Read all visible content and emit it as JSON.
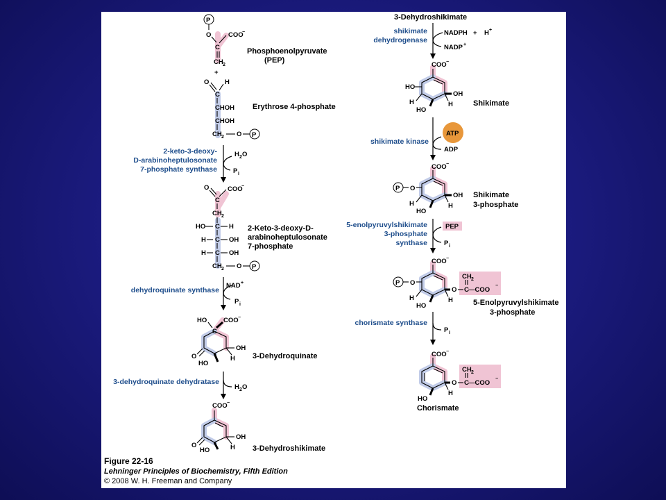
{
  "left": {
    "pep": {
      "name_line1": "Phosphoenolpyruvate",
      "name_line2": "(PEP)",
      "p": "P",
      "o": "O",
      "c": "C",
      "coo": "COO",
      "minus": "−",
      "ch2": "CH",
      "two": "2",
      "plus": "+"
    },
    "e4p": {
      "name": "Erythrose 4-phosphate",
      "o": "O",
      "h": "H",
      "c": "C",
      "choh1": "CHOH",
      "choh2": "CHOH",
      "ch2": "CH",
      "two": "2",
      "o2": "O",
      "p": "P"
    },
    "enzyme1": {
      "line1": "2-keto-3-deoxy-",
      "line2": "D-arabinoheptulosonate",
      "line3": "7-phosphate synthase",
      "in": "H",
      "in2": "2",
      "in3": "O",
      "out": "P",
      "out_sub": "i"
    },
    "dahp": {
      "name_line1": "2-Keto-3-deoxy-D-",
      "name_line2": "arabinoheptulosonate",
      "name_line3": "7-phosphate",
      "o": "O",
      "c": "C",
      "coo": "COO",
      "minus": "−",
      "ch2": "CH",
      "two": "2",
      "ho": "HO",
      "h": "H",
      "oh": "OH",
      "p": "P"
    },
    "enzyme2": {
      "name": "dehydroquinate synthase",
      "in": "NAD",
      "in_sup": "+",
      "out": "P",
      "out_sub": "i"
    },
    "dhq": {
      "name": "3-Dehydroquinate",
      "ho": "HO",
      "coo": "COO",
      "minus": "−",
      "c": "C",
      "oh": "OH",
      "o": "O",
      "h": "H"
    },
    "enzyme3": {
      "name": "3-dehydroquinate dehydratase",
      "out": "H",
      "out_sub": "2",
      "out2": "O"
    },
    "dhs": {
      "name": "3-Dehydroshikimate",
      "coo": "COO",
      "minus": "−",
      "oh": "OH",
      "o": "O",
      "ho": "HO",
      "h": "H"
    }
  },
  "right": {
    "top": {
      "name": "3-Dehydroshikimate"
    },
    "enzyme4": {
      "line1": "shikimate",
      "line2": "dehydrogenase",
      "in": "NADPH",
      "plus": "+",
      "h": "H",
      "h_sup": "+",
      "out": "NADP",
      "out_sup": "+"
    },
    "shikimate": {
      "name": "Shikimate",
      "coo": "COO",
      "minus": "−",
      "ho": "HO",
      "oh": "OH",
      "h": "H"
    },
    "enzyme5": {
      "name": "shikimate kinase",
      "in": "ATP",
      "out": "ADP"
    },
    "s3p": {
      "name_line1": "Shikimate",
      "name_line2": "3-phosphate",
      "coo": "COO",
      "minus": "−",
      "p": "P",
      "o": "O",
      "oh": "OH",
      "ho": "HO",
      "h": "H"
    },
    "enzyme6": {
      "line1": "5-enolpyruvylshikimate",
      "line2": "3-phosphate",
      "line3": "synthase",
      "in": "PEP",
      "out": "P",
      "out_sub": "i"
    },
    "epsp": {
      "name_line1": "5-Enolpyruvylshikimate",
      "name_line2": "3-phosphate",
      "coo": "COO",
      "minus": "−",
      "p": "P",
      "o": "O",
      "ch2": "CH",
      "two": "2",
      "c": "C",
      "coo2": "—COO",
      "ho": "HO",
      "h": "H"
    },
    "enzyme7": {
      "name": "chorismate synthase",
      "out": "P",
      "out_sub": "i"
    },
    "chorismate": {
      "name": "Chorismate",
      "coo": "COO",
      "minus": "−",
      "o": "O",
      "ch2": "CH",
      "two": "2",
      "c": "C",
      "coo2": "—COO",
      "ho": "HO",
      "h": "H"
    }
  },
  "caption": {
    "figure": "Figure 22-16",
    "book": "Lehninger Principles of Biochemistry, Fifth Edition",
    "copyright": "© 2008 W. H. Freeman and Company"
  },
  "colors": {
    "background": "#1c1c82",
    "enzyme_text": "#1f4e8c",
    "pink_highlight": "#f0c4d4",
    "blue_highlight": "#c2cce8",
    "atp_circle": "#e8973a"
  }
}
